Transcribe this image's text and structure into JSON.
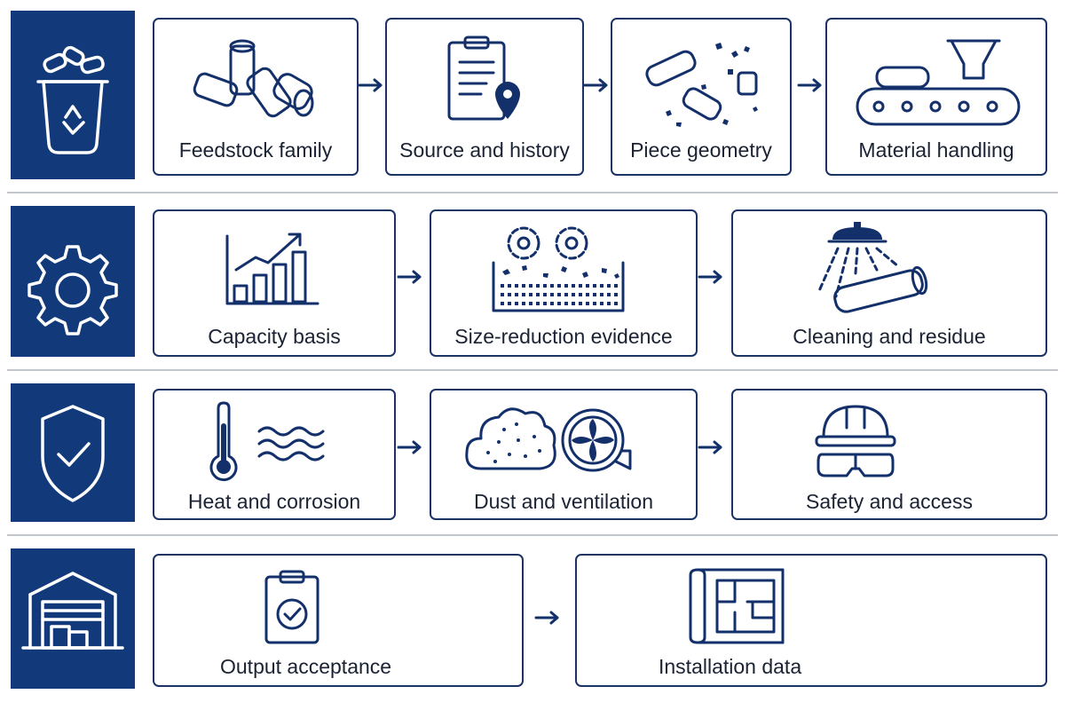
{
  "rows": [
    {
      "icon": "recycle-bin-icon",
      "steps": [
        {
          "icon": "pipes-icon",
          "label": "Feedstock family"
        },
        {
          "icon": "clipboard-location-icon",
          "label": "Source and history"
        },
        {
          "icon": "pipe-fragments-icon",
          "label": "Piece geometry"
        },
        {
          "icon": "conveyor-hopper-icon",
          "label": "Material handling"
        }
      ]
    },
    {
      "icon": "gear-icon",
      "steps": [
        {
          "icon": "bar-chart-trend-icon",
          "label": "Capacity basis"
        },
        {
          "icon": "shredder-gears-icon",
          "label": "Size-reduction evidence"
        },
        {
          "icon": "spray-cleaning-pipe-icon",
          "label": "Cleaning and residue"
        }
      ]
    },
    {
      "icon": "shield-check-icon",
      "steps": [
        {
          "icon": "thermometer-heat-icon",
          "label": "Heat and corrosion"
        },
        {
          "icon": "dust-cloud-fan-icon",
          "label": "Dust and ventilation"
        },
        {
          "icon": "hard-hat-goggles-icon",
          "label": "Safety and access"
        }
      ]
    },
    {
      "icon": "warehouse-icon",
      "steps": [
        {
          "icon": "clipboard-check-icon",
          "label": "Output acceptance"
        },
        {
          "icon": "floor-plan-icon",
          "label": "Installation data"
        }
      ]
    }
  ],
  "colors": {
    "band": "#123a7a",
    "stroke": "#13306b",
    "border": "#1c3366",
    "separator": "#c2c6cd"
  }
}
